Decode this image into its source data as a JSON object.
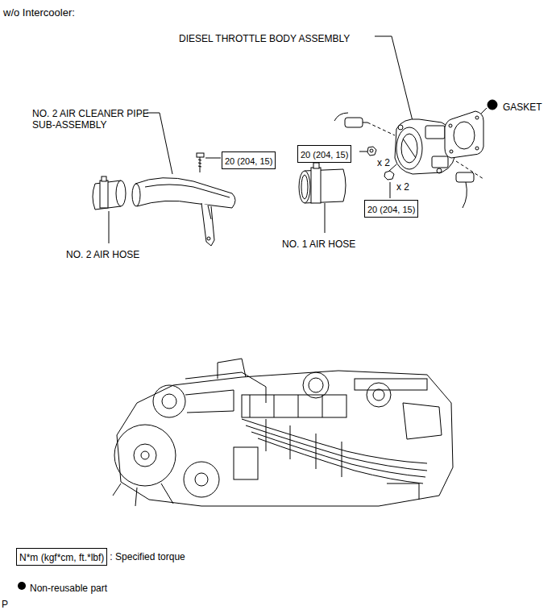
{
  "diagram": {
    "title": "w/o Intercooler:",
    "nodes": [
      {
        "text": [
          "20 (204, 15)"
        ]
      },
      {
        "text": [
          "20 (204, 15)"
        ]
      },
      {
        "text": [
          "20 (204, 15)"
        ]
      },
      {
        "text": [
          "N*m (kgf*cm, ft.*lbf)"
        ]
      }
    ],
    "labels": [
      "DIESEL THROTTLE BODY ASSEMBLY",
      "GASKET",
      "NO. 2 AIR CLEANER PIPE SUB-ASSEMBLY",
      "x 2",
      "x 2",
      "NO. 2 AIR HOSE",
      "NO. 1 AIR HOSE",
      "P"
    ],
    "legend": [
      {
        "text": ": Specified torque"
      },
      {
        "text": "Non-reusable part",
        "color": "#000000"
      }
    ]
  }
}
